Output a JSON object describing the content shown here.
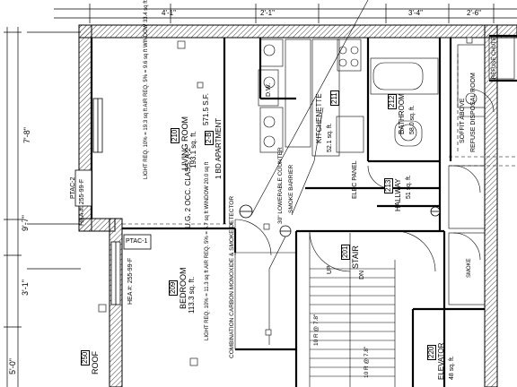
{
  "rooms": {
    "living": {
      "num": "210",
      "name": "LIVING ROOM",
      "area": "193.1 sq. ft.",
      "notes": "LIGHT REQ. 10% = 19.3 sq ft  AIR REQ. 5% = 9.6 sq ft  WINDOW 33.4 sq ft"
    },
    "apartment": {
      "num": "2-B",
      "type": "1 BD APARTMENT",
      "area": "571.5 S.F."
    },
    "kitchenette": {
      "num": "211",
      "name": "KITCHENETTE",
      "area": "52.1 sq. ft."
    },
    "bathroom": {
      "num": "212",
      "name": "BATHROOM",
      "area": "58.0 sq. ft."
    },
    "hallway": {
      "num": "213",
      "name": "HALLWAY",
      "area": "51 sq. ft."
    },
    "bedroom": {
      "num": "209",
      "name": "BEDROOM",
      "area": "113.3 sq. ft.",
      "notes": "LIGHT REQ. 10% = 11.3 sq ft  AIR REQ. 5% = 5.7 sq ft  WINDOW 20.0 sq ft"
    },
    "stair": {
      "num": "201",
      "name": "STAIR"
    },
    "elevator": {
      "num": "220",
      "name": "ELEVATOR",
      "area": "48 sq. ft."
    },
    "roof": {
      "num": "250",
      "name": "ROOF"
    }
  },
  "labels": {
    "occupancy": "U.G. 2  OCC. CLASS. A-2",
    "counter": "30\" LOWERABLE COUNTER",
    "barrier": "SMOKE BARRIER",
    "detector": "COMBINATION CARBON MONOXIDE & SMOKE DETECTOR",
    "dw": "D.W.",
    "elec_panel": "ELEC PANEL",
    "soffit": "SOFFIT ABOVE",
    "refuse_room": "REFUSE DISPOSAL ROOM",
    "refuse_chute": "REFUSE CHUTE",
    "ptac_living": "PTAC-2",
    "hea_living": "HEA #: 255-99-F",
    "ptac_bed": "PTAC-1",
    "hea_bed": "HEA #: 255-99-F",
    "up": "UP",
    "dn": "DN",
    "tread_a": "10 R @ 7.8\"",
    "tread_b": "10 R @ 7.8\"",
    "stair_tag": "SMOKE"
  },
  "dims": {
    "left_1": "7'-8\"",
    "left_2": "9'-7\"",
    "left_3": "3'-1\"",
    "left_4": "5'-0\"",
    "top_1": "4'-1\"",
    "top_2": "2'-1\"",
    "top_3": "3'-4\"",
    "right_1": "2'-6\""
  },
  "colors": {
    "line": "#000000",
    "hatch": "#555555",
    "paper": "#ffffff"
  }
}
